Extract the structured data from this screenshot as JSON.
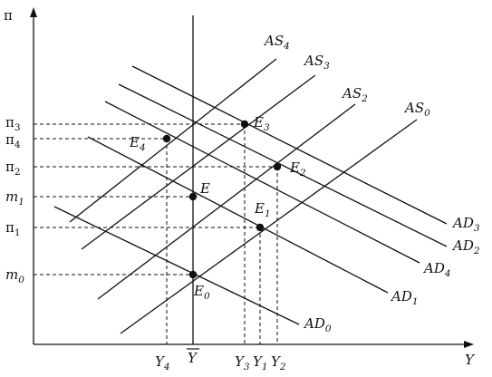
{
  "axes": {
    "y_label": "π",
    "x_label": "Y"
  },
  "lines": [
    {
      "id": "AS4",
      "label": "AS",
      "sub": "4"
    },
    {
      "id": "AS3",
      "label": "AS",
      "sub": "3"
    },
    {
      "id": "AS2",
      "label": "AS",
      "sub": "2"
    },
    {
      "id": "AS0",
      "label": "AS",
      "sub": "0"
    },
    {
      "id": "AD3",
      "label": "AD",
      "sub": "3"
    },
    {
      "id": "AD2",
      "label": "AD",
      "sub": "2"
    },
    {
      "id": "AD4",
      "label": "AD",
      "sub": "4"
    },
    {
      "id": "AD1",
      "label": "AD",
      "sub": "1"
    },
    {
      "id": "AD0",
      "label": "AD",
      "sub": "0"
    },
    {
      "id": "Ybar",
      "label": "Y"
    }
  ],
  "points": [
    {
      "id": "E3",
      "label": "E",
      "sub": "3"
    },
    {
      "id": "E4",
      "label": "E",
      "sub": "4"
    },
    {
      "id": "E2",
      "label": "E",
      "sub": "2"
    },
    {
      "id": "E",
      "label": "E",
      "sub": ""
    },
    {
      "id": "E1",
      "label": "E",
      "sub": "1"
    },
    {
      "id": "E0",
      "label": "E",
      "sub": "0"
    }
  ],
  "y_ticks": [
    {
      "id": "pi3",
      "label": "π",
      "sub": "3"
    },
    {
      "id": "pi4",
      "label": "π",
      "sub": "4"
    },
    {
      "id": "pi2",
      "label": "π",
      "sub": "2"
    },
    {
      "id": "m1",
      "label": "m",
      "sub": "1"
    },
    {
      "id": "pi1",
      "label": "π",
      "sub": "1"
    },
    {
      "id": "m0",
      "label": "m",
      "sub": "0"
    }
  ],
  "x_ticks": [
    {
      "id": "Y4",
      "label": "Y",
      "sub": "4"
    },
    {
      "id": "Ybar",
      "label": "Y",
      "sub": ""
    },
    {
      "id": "Y3",
      "label": "Y",
      "sub": "3"
    },
    {
      "id": "Y1",
      "label": "Y",
      "sub": "1"
    },
    {
      "id": "Y2",
      "label": "Y",
      "sub": "2"
    }
  ]
}
